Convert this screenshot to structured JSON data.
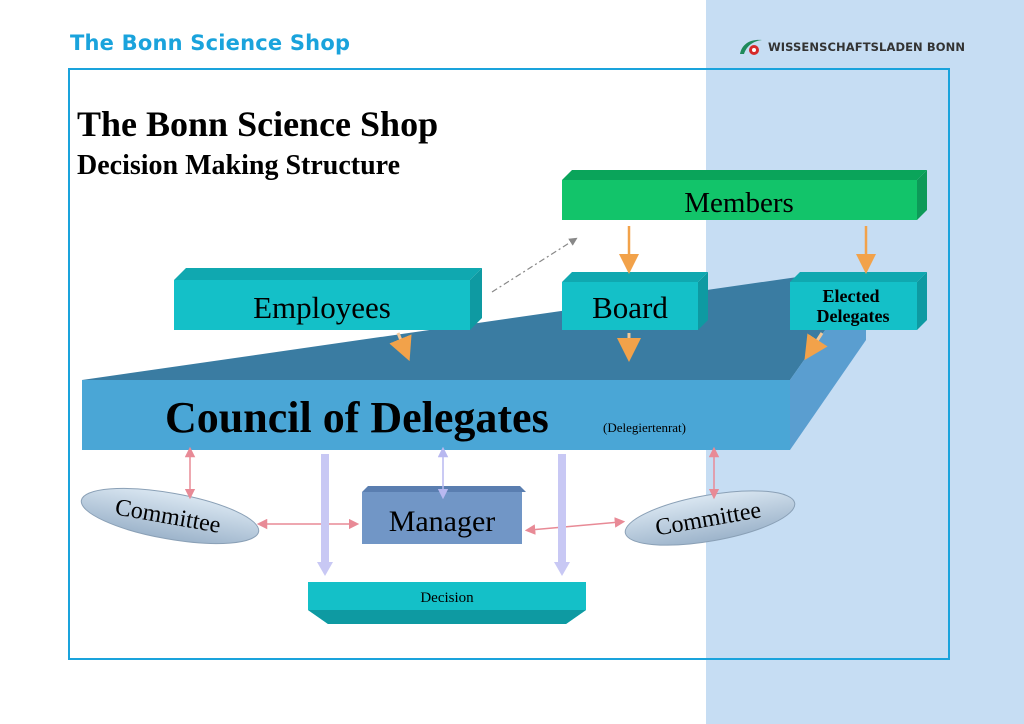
{
  "header": {
    "title": "The Bonn Science Shop",
    "logo_text": "WISSENSCHAFTSLADEN BONN"
  },
  "slide": {
    "title": "The Bonn Science Shop",
    "subtitle": "Decision Making Structure"
  },
  "diagram": {
    "members": "Members",
    "employees": "Employees",
    "board": "Board",
    "elected_line1": "Elected",
    "elected_line2": "Delegates",
    "council": "Council of Delegates",
    "council_sub": "(Delegiertenrat)",
    "manager": "Manager",
    "committee_left": "Committee",
    "committee_right": "Committee",
    "decision": "Decision"
  },
  "colors": {
    "band": "#c6ddf3",
    "accent": "#1aa3dc",
    "members_green": "#12c46a",
    "teal_box": "#14c0c8",
    "council_front": "#4aa6d6",
    "council_top": "#3a7ca2",
    "manager": "#7196c6",
    "committee": "#b2c8dc",
    "orange_arrow": "#f2a24a",
    "pink_arrow": "#e88a96",
    "lavender_arrow": "#c8c8f4"
  }
}
